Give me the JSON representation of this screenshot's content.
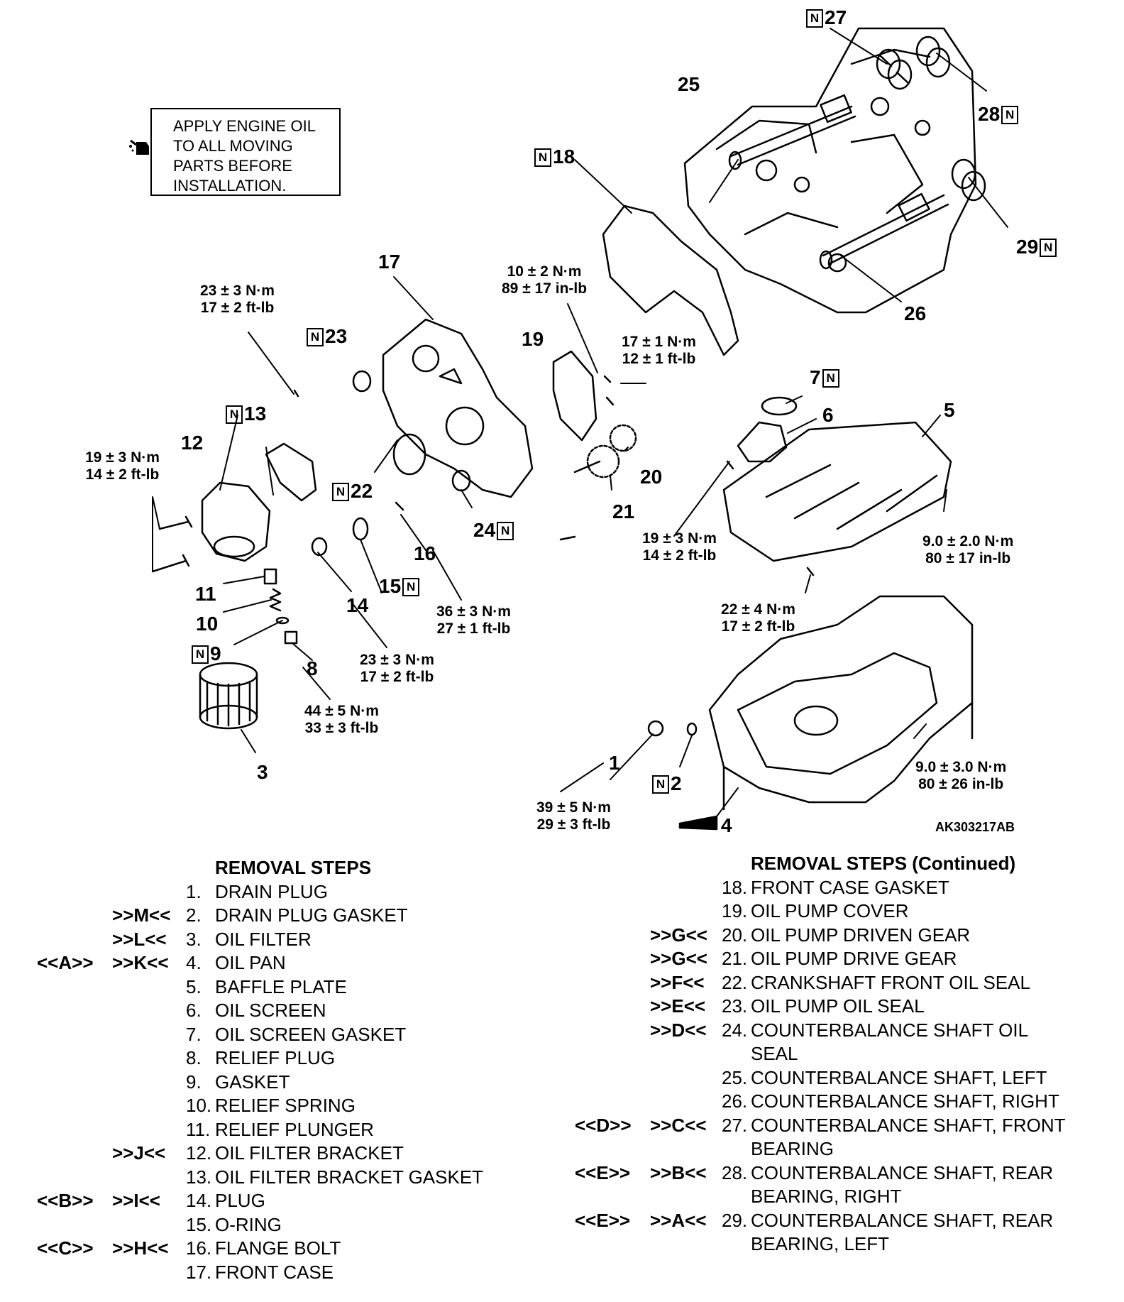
{
  "note": {
    "lines": [
      "APPLY ENGINE OIL",
      "TO ALL MOVING",
      "PARTS BEFORE",
      "INSTALLATION."
    ],
    "icon": "oil-can-icon"
  },
  "figure_code": "AK303217AB",
  "new_part_marker": "N",
  "part_labels": {
    "p1": "1",
    "p2": "2",
    "p3": "3",
    "p4": "4",
    "p5": "5",
    "p6": "6",
    "p7": "7",
    "p8": "8",
    "p9": "9",
    "p10": "10",
    "p11": "11",
    "p12": "12",
    "p13": "13",
    "p14": "14",
    "p15": "15",
    "p16": "16",
    "p17": "17",
    "p18": "18",
    "p19": "19",
    "p20": "20",
    "p21": "21",
    "p22": "22",
    "p23": "23",
    "p24": "24",
    "p25": "25",
    "p26": "26",
    "p27": "27",
    "p28": "28",
    "p29": "29"
  },
  "torques": {
    "t1": [
      "23 ± 3 N·m",
      "17 ± 2 ft-lb"
    ],
    "t2": [
      "10 ± 2 N·m",
      "89 ± 17 in-lb"
    ],
    "t3": [
      "17 ± 1 N·m",
      "12 ± 1 ft-lb"
    ],
    "t4": [
      "19 ± 3 N·m",
      "14 ± 2 ft-lb"
    ],
    "t5": [
      "19 ± 3 N·m",
      "14 ± 2 ft-lb"
    ],
    "t6": [
      "9.0 ± 2.0 N·m",
      "80 ± 17 in-lb"
    ],
    "t7": [
      "22 ± 4 N·m",
      "17 ± 2 ft-lb"
    ],
    "t8": [
      "36 ± 3 N·m",
      "27 ± 1 ft-lb"
    ],
    "t9": [
      "23 ± 3 N·m",
      "17 ± 2 ft-lb"
    ],
    "t10": [
      "44 ± 5 N·m",
      "33 ± 3 ft-lb"
    ],
    "t11": [
      "9.0 ± 3.0 N·m",
      "80 ± 26 in-lb"
    ],
    "t12": [
      "39 ± 5 N·m",
      "29 ± 3 ft-lb"
    ]
  },
  "removal_steps": {
    "title": "REMOVAL STEPS",
    "continued_title": "REMOVAL STEPS (Continued)",
    "left": [
      {
        "c1": "",
        "c2": "",
        "num": "1.",
        "text": "DRAIN PLUG"
      },
      {
        "c1": "",
        "c2": ">>M<<",
        "num": "2.",
        "text": "DRAIN PLUG GASKET"
      },
      {
        "c1": "",
        "c2": ">>L<<",
        "num": "3.",
        "text": "OIL FILTER"
      },
      {
        "c1": "<<A>>",
        "c2": ">>K<<",
        "num": "4.",
        "text": "OIL PAN"
      },
      {
        "c1": "",
        "c2": "",
        "num": "5.",
        "text": "BAFFLE PLATE"
      },
      {
        "c1": "",
        "c2": "",
        "num": "6.",
        "text": "OIL SCREEN"
      },
      {
        "c1": "",
        "c2": "",
        "num": "7.",
        "text": "OIL SCREEN GASKET"
      },
      {
        "c1": "",
        "c2": "",
        "num": "8.",
        "text": "RELIEF PLUG"
      },
      {
        "c1": "",
        "c2": "",
        "num": "9.",
        "text": "GASKET"
      },
      {
        "c1": "",
        "c2": "",
        "num": "10.",
        "text": "RELIEF SPRING"
      },
      {
        "c1": "",
        "c2": "",
        "num": "11.",
        "text": "RELIEF PLUNGER"
      },
      {
        "c1": "",
        "c2": ">>J<<",
        "num": "12.",
        "text": "OIL FILTER BRACKET"
      },
      {
        "c1": "",
        "c2": "",
        "num": "13.",
        "text": "OIL FILTER BRACKET GASKET"
      },
      {
        "c1": "<<B>>",
        "c2": ">>I<<",
        "num": "14.",
        "text": "PLUG"
      },
      {
        "c1": "",
        "c2": "",
        "num": "15.",
        "text": "O-RING"
      },
      {
        "c1": "<<C>>",
        "c2": ">>H<<",
        "num": "16.",
        "text": "FLANGE BOLT"
      },
      {
        "c1": "",
        "c2": "",
        "num": "17.",
        "text": "FRONT CASE"
      }
    ],
    "right": [
      {
        "c1": "",
        "c2": "",
        "num": "18.",
        "text": "FRONT CASE GASKET"
      },
      {
        "c1": "",
        "c2": "",
        "num": "19.",
        "text": "OIL PUMP COVER"
      },
      {
        "c1": "",
        "c2": ">>G<<",
        "num": "20.",
        "text": "OIL PUMP DRIVEN GEAR"
      },
      {
        "c1": "",
        "c2": ">>G<<",
        "num": "21.",
        "text": "OIL PUMP DRIVE GEAR"
      },
      {
        "c1": "",
        "c2": ">>F<<",
        "num": "22.",
        "text": "CRANKSHAFT FRONT OIL SEAL"
      },
      {
        "c1": "",
        "c2": ">>E<<",
        "num": "23.",
        "text": "OIL PUMP OIL SEAL"
      },
      {
        "c1": "",
        "c2": ">>D<<",
        "num": "24.",
        "text": "COUNTERBALANCE SHAFT OIL"
      },
      {
        "c1": "",
        "c2": "",
        "num": "",
        "text": "SEAL"
      },
      {
        "c1": "",
        "c2": "",
        "num": "25.",
        "text": "COUNTERBALANCE SHAFT, LEFT"
      },
      {
        "c1": "",
        "c2": "",
        "num": "26.",
        "text": "COUNTERBALANCE SHAFT, RIGHT"
      },
      {
        "c1": "<<D>>",
        "c2": ">>C<<",
        "num": "27.",
        "text": "COUNTERBALANCE SHAFT, FRONT"
      },
      {
        "c1": "",
        "c2": "",
        "num": "",
        "text": "BEARING"
      },
      {
        "c1": "<<E>>",
        "c2": ">>B<<",
        "num": "28.",
        "text": "COUNTERBALANCE SHAFT, REAR"
      },
      {
        "c1": "",
        "c2": "",
        "num": "",
        "text": "BEARING, RIGHT"
      },
      {
        "c1": "<<E>>",
        "c2": ">>A<<",
        "num": "29.",
        "text": "COUNTERBALANCE SHAFT, REAR"
      },
      {
        "c1": "",
        "c2": "",
        "num": "",
        "text": "BEARING, LEFT"
      }
    ]
  }
}
